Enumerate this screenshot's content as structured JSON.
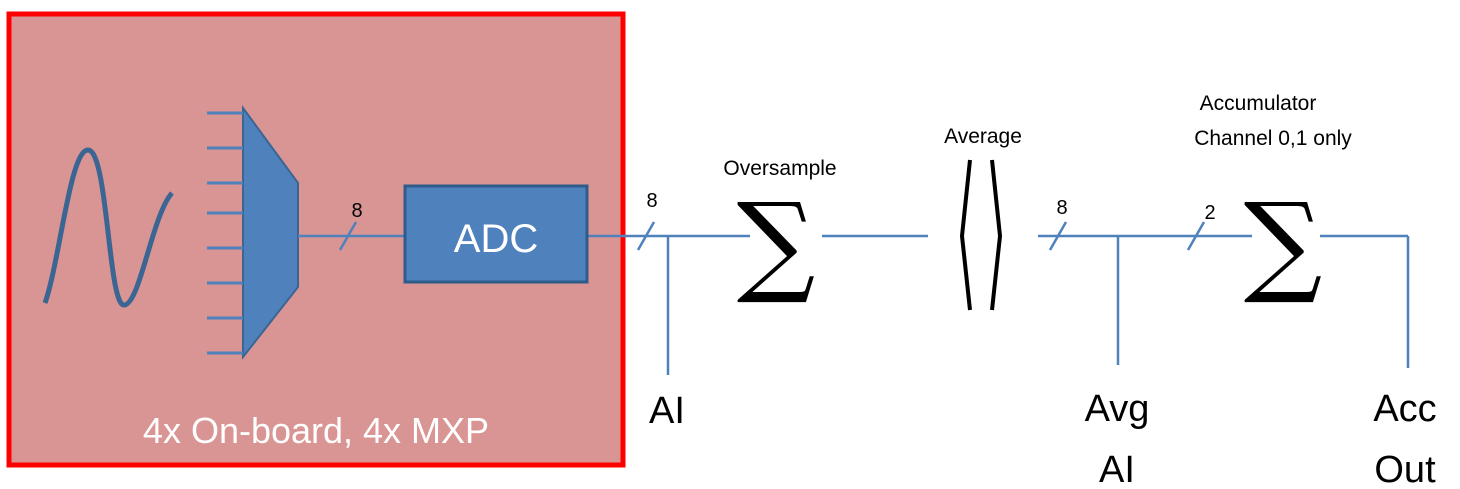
{
  "block": {
    "caption": "4x On-board, 4x MXP",
    "fill_color": "#d99594",
    "border_color": "#ff0000"
  },
  "adc": {
    "label": "ADC",
    "fill_color": "#4f81bd",
    "border_color": "#2e5c8a"
  },
  "wire_color": "#4f81bd",
  "bus_widths": {
    "mux_to_adc": "8",
    "adc_out": "8",
    "avg_out": "8",
    "acc_in": "2"
  },
  "stages": {
    "oversample": "Oversample",
    "average": "Average",
    "accumulator_line1": "Accumulator",
    "accumulator_line2": "Channel 0,1 only"
  },
  "outputs": {
    "ai": "AI",
    "avg_ai_line1": "Avg",
    "avg_ai_line2": "AI",
    "acc_out_line1": "Acc",
    "acc_out_line2": "Out"
  },
  "icons": [
    "sine-wave-icon",
    "multiplexer-icon",
    "sigma-icon",
    "average-bracket-icon",
    "bus-slash-icon"
  ]
}
